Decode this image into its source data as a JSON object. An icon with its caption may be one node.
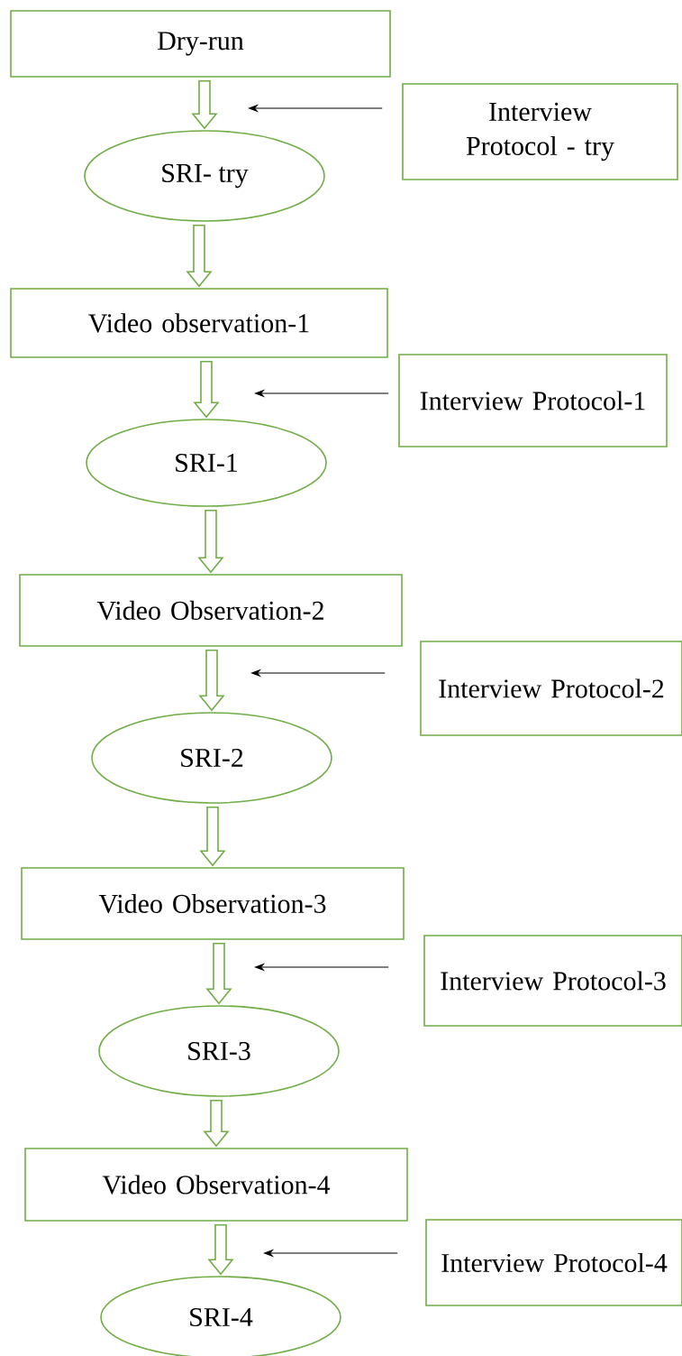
{
  "diagram": {
    "nodes": [
      {
        "text": [
          "Dry-run"
        ]
      },
      {
        "text": [
          "Interview Protocol - try"
        ]
      },
      {
        "text": [
          "SRI- try"
        ]
      },
      {
        "text": [
          "Video observation-1"
        ]
      },
      {
        "text": [
          "Interview Protocol-1"
        ]
      },
      {
        "text": [
          "SRI-1"
        ]
      },
      {
        "text": [
          "Video Observation-2"
        ]
      },
      {
        "text": [
          "Interview Protocol-2"
        ]
      },
      {
        "text": [
          "SRI-2"
        ]
      },
      {
        "text": [
          "Video Observation-3"
        ]
      },
      {
        "text": [
          "Interview Protocol-3"
        ]
      },
      {
        "text": [
          "SRI-3"
        ]
      },
      {
        "text": [
          "Video Observation-4"
        ]
      },
      {
        "text": [
          "Interview Protocol-4"
        ]
      },
      {
        "text": [
          "SRI-4"
        ]
      }
    ],
    "edges": [
      {
        "from": 0,
        "to": 2,
        "arrow": "to",
        "style": "thick",
        "color": "#70ad47"
      },
      {
        "from": 1,
        "to": null,
        "arrow": "to"
      },
      {
        "from": 2,
        "to": 3,
        "arrow": "to",
        "style": "thick",
        "color": "#70ad47"
      },
      {
        "from": 3,
        "to": 5,
        "arrow": "to",
        "style": "thick",
        "color": "#70ad47"
      },
      {
        "from": 4,
        "to": null,
        "arrow": "to"
      },
      {
        "from": 5,
        "to": 6,
        "arrow": "to",
        "style": "thick",
        "color": "#70ad47"
      },
      {
        "from": 6,
        "to": 8,
        "arrow": "to",
        "style": "thick",
        "color": "#70ad47"
      },
      {
        "from": 7,
        "to": null,
        "arrow": "to"
      },
      {
        "from": 8,
        "to": 9,
        "arrow": "to",
        "style": "thick",
        "color": "#70ad47"
      },
      {
        "from": 9,
        "to": 11,
        "arrow": "to",
        "style": "thick",
        "color": "#70ad47"
      },
      {
        "from": 10,
        "to": null,
        "arrow": "to"
      },
      {
        "from": 11,
        "to": 12,
        "arrow": "to",
        "style": "thick",
        "color": "#70ad47"
      },
      {
        "from": 12,
        "to": 14,
        "arrow": "to",
        "style": "thick",
        "color": "#70ad47"
      },
      {
        "from": 13,
        "to": null,
        "arrow": "to"
      }
    ]
  }
}
